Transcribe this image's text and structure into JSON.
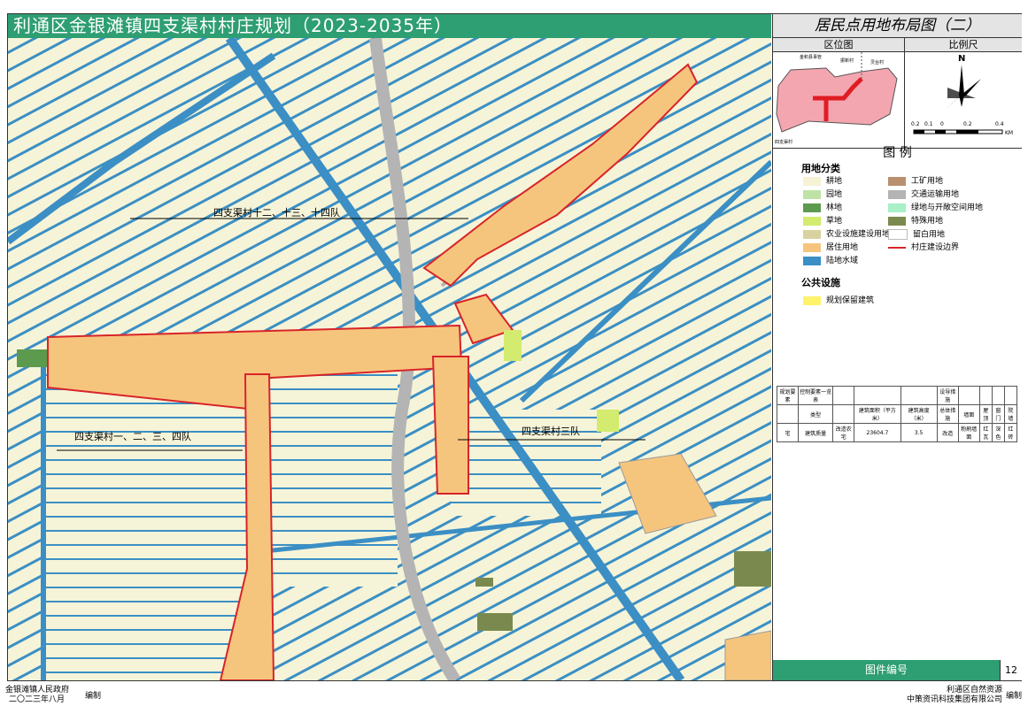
{
  "header": {
    "title": "利通区金银滩镇四支渠村村庄规划（2023-2035年）",
    "panel_title": "居民点用地布局图（二）"
  },
  "map": {
    "labels": [
      "四支渠村十二、十三、十四队",
      "四支渠村一、二、三、四队",
      "四支渠村三队"
    ]
  },
  "location_map": {
    "heading": "区位图",
    "labels": [
      "金积县事管",
      "振新村",
      "灵台村",
      "四支渠村"
    ]
  },
  "scale": {
    "heading": "比例尺",
    "north": "N",
    "ticks": [
      "0.2",
      "0.1",
      "0",
      "0.2",
      "0.4"
    ],
    "unit": "KM"
  },
  "legend": {
    "title": "图  例",
    "land_use_heading": "用地分类",
    "land_use_left": [
      {
        "label": "耕地",
        "color": "#f5f2d6"
      },
      {
        "label": "园地",
        "color": "#bfe3a6"
      },
      {
        "label": "林地",
        "color": "#5c9a4e"
      },
      {
        "label": "草地",
        "color": "#d3eb6e"
      },
      {
        "label": "农业设施建设用地",
        "color": "#d9d2a0"
      },
      {
        "label": "居住用地",
        "color": "#f6c57d"
      },
      {
        "label": "陆地水域",
        "color": "#3b8fc4"
      }
    ],
    "land_use_right": [
      {
        "label": "工矿用地",
        "color": "#b98f6e"
      },
      {
        "label": "交通运输用地",
        "color": "#b4b4b4"
      },
      {
        "label": "绿地与开敞空间用地",
        "color": "#a8f0c6"
      },
      {
        "label": "特殊用地",
        "color": "#7a8a4e"
      },
      {
        "label": "留白用地",
        "color": "#ffffff"
      },
      {
        "label": "村庄建设边界",
        "color": "#d8242a"
      }
    ],
    "public_heading": "公共设施",
    "public_items": [
      {
        "label": "规划保留建筑",
        "color": "#fff36b"
      }
    ]
  },
  "control_table": {
    "rows": [
      [
        "规划要素",
        "控制要素一览表",
        "",
        "",
        "",
        "设导措施",
        "",
        "",
        "",
        ""
      ],
      [
        "",
        "类型",
        "",
        "建筑面积（平方米）",
        "建筑高度（米）",
        "总体措施",
        "墙面",
        "屋顶",
        "窗门",
        "院墙"
      ],
      [
        "宅",
        "建筑质量",
        "改造农宅",
        "23604.7",
        "3.5",
        "改造",
        "粉刷墙面",
        "红瓦",
        "深色",
        "红砖"
      ]
    ]
  },
  "figure_code": {
    "label": "图件编号",
    "number": "12"
  },
  "footer": {
    "left_org": "金银滩镇人民政府",
    "left_date": "二〇二三年八月",
    "left_edit": "编制",
    "right_org": "利通区自然资源",
    "right_company": "中策资讯科技集团有限公司",
    "right_edit": "编制"
  }
}
